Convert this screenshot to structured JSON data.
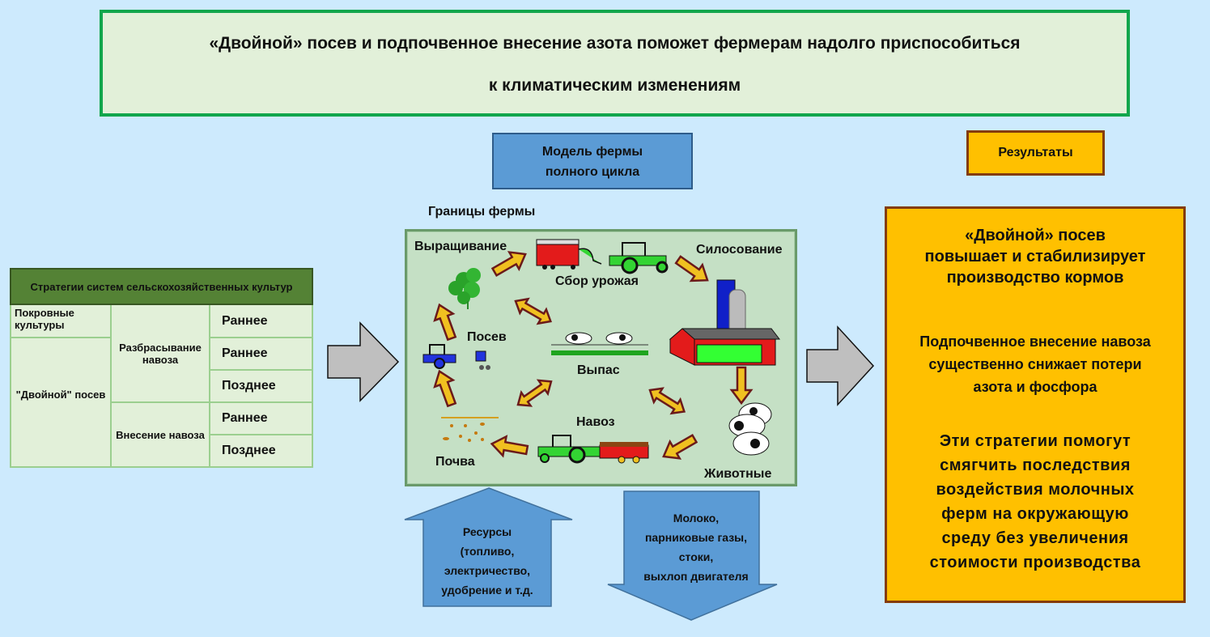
{
  "title": {
    "line1": "«Двойной» посев и подпочвенное внесение азота поможет фермерам надолго приспособиться",
    "line2": "к климатическим изменениям"
  },
  "model_box": {
    "line1": "Модель фермы",
    "line2": "полного цикла"
  },
  "results_box": {
    "label": "Результаты"
  },
  "strategies_table": {
    "header": "Стратегии систем сельскохозяйственных культур",
    "col1": [
      "Покровные культуры",
      "\"Двойной\" посев"
    ],
    "col2": [
      "Разбрасывание навоза",
      "Внесение навоза"
    ],
    "col3": [
      "Раннее",
      "Раннее",
      "Позднее",
      "Раннее",
      "Позднее"
    ]
  },
  "farm": {
    "boundary_label": "Границы фермы",
    "stages": {
      "growing": "Выращивание",
      "harvest": "Сбор урожая",
      "silage": "Силосование",
      "sowing": "Посев",
      "grazing": "Выпас",
      "manure": "Навоз",
      "soil": "Почва",
      "animals": "Животные"
    }
  },
  "inputs_arrow": {
    "lines": [
      "Ресурсы",
      "(топливо,",
      "электричество,",
      "удобрение и т.д."
    ]
  },
  "outputs_arrow": {
    "lines": [
      "Молоко,",
      "парниковые газы,",
      "стоки,",
      "выхлоп двигателя"
    ]
  },
  "results": {
    "block1": [
      "«Двойной» посев",
      "повышает и стабилизирует",
      "производство кормов"
    ],
    "block2": [
      "Подпочвенное внесение навоза",
      "существенно снижает потери",
      "азота и фосфора"
    ],
    "block3": [
      "Эти стратегии помогут",
      "смягчить последствия",
      "воздействия молочных",
      "ферм на окружающую",
      "среду без увеличения",
      "стоимости производства"
    ]
  },
  "colors": {
    "background": "#cdeafd",
    "title_border": "#11a64c",
    "model_blue": "#5b9bd5",
    "results_orange": "#ffc000",
    "results_border": "#843c0c",
    "table_header": "#548235"
  }
}
